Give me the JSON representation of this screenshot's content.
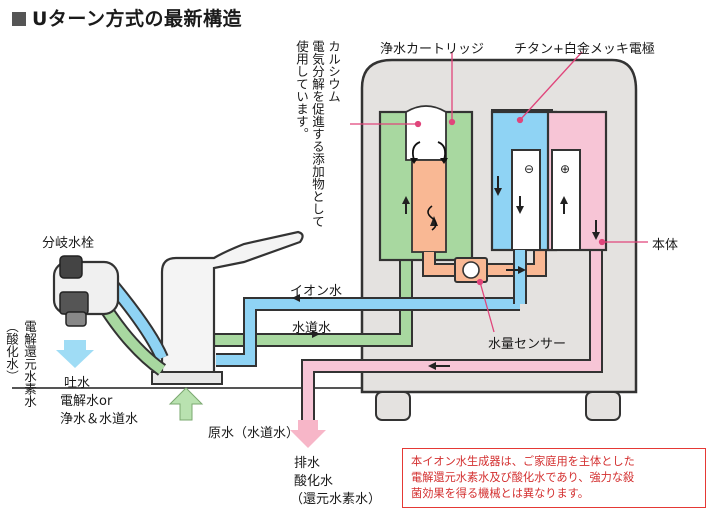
{
  "title": "Uターン方式の最新構造",
  "labels": {
    "cartridge": "浄水カートリッジ",
    "electrode": "チタン+白金メッキ電極",
    "calcium": [
      "カルシウム",
      "電気分解を促進する添加物として",
      "使用しています。"
    ],
    "branch": "分岐水栓",
    "ion_water": "イオン水",
    "tap_water": "水道水",
    "main_body": "本体",
    "flow_sensor": "水量センサー",
    "left_vertical": [
      "電解還元水素水",
      "（酸化水）"
    ],
    "spout": [
      "吐水",
      "電解水or",
      "浄水＆水道水"
    ],
    "raw_water": "原水（水道水）",
    "drain": [
      "排水",
      "酸化水",
      "（還元水素水）"
    ],
    "minus": "⊖",
    "plus": "⊕"
  },
  "note": [
    "本イオン水生成器は、ご家庭用を主体とした",
    "電解還元水素水及び酸化水であり、強力な殺",
    "菌効果を得る機械とは異なります。"
  ],
  "colors": {
    "ion": "#8fd3f4",
    "tap": "#a8d8a0",
    "waste": "#f7c5d6",
    "orange": "#f9b894",
    "body": "#e4e2e0",
    "outline": "#333333",
    "accent": "#e0457b",
    "arrow_blue": "#9fdcf5",
    "arrow_green": "#b9e2b0",
    "arrow_pink": "#f7b6c8"
  }
}
